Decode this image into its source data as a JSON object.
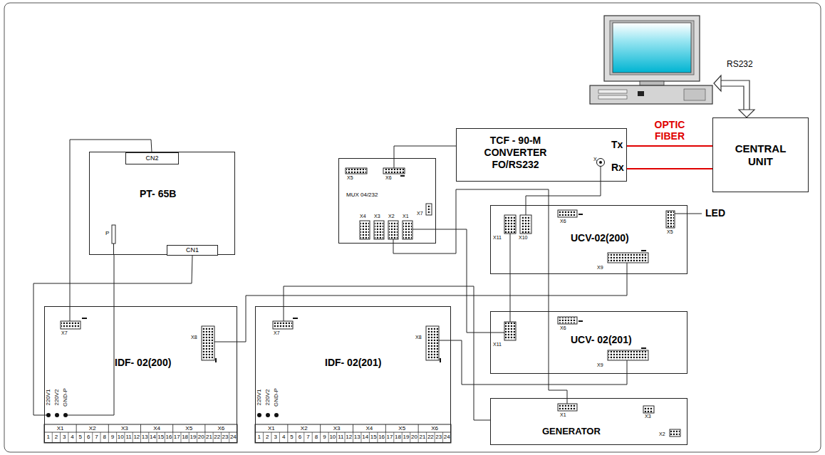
{
  "diagram": {
    "nodes": [
      {
        "text": [
          "PT- 65B"
        ]
      },
      {
        "text": [
          "CN2"
        ],
        "in": 0
      },
      {
        "text": [
          "CN1"
        ],
        "in": 0
      },
      {
        "text": [
          "MUX 04/232"
        ]
      },
      {
        "text": [
          "TCF - 90-M CONVERTER FO/RS232"
        ]
      },
      {
        "text": [
          "CENTRAL UNIT"
        ]
      },
      {
        "text": [
          "UCV-02(200)"
        ]
      },
      {
        "text": [
          "UCV- 02(201)"
        ]
      },
      {
        "text": [
          "IDF- 02(200)"
        ]
      },
      {
        "text": [
          "IDF- 02(201)"
        ]
      },
      {
        "text": [
          "GENERATOR"
        ]
      }
    ],
    "edges": [
      {
        "from": 3,
        "to": 4,
        "arrow": "none"
      },
      {
        "from": 4,
        "to": 5,
        "label": "OPTIC FIBER",
        "arrow": "none"
      },
      {
        "from": 4,
        "to": 5,
        "arrow": "none"
      },
      {
        "from": 4,
        "to": 6,
        "arrow": "none"
      },
      {
        "from": 1,
        "to": 8,
        "arrow": "none"
      },
      {
        "from": 2,
        "to": 8,
        "arrow": "none"
      },
      {
        "from": 0,
        "to": 8,
        "arrow": "none"
      },
      {
        "from": 8,
        "to": 6,
        "arrow": "none"
      },
      {
        "from": 3,
        "to": 7,
        "arrow": "none"
      },
      {
        "from": 6,
        "to": 7,
        "arrow": "none"
      },
      {
        "from": 3,
        "to": 10,
        "arrow": "none"
      },
      {
        "from": 9,
        "to": 10,
        "arrow": "none"
      },
      {
        "from": 9,
        "to": 7,
        "arrow": "none"
      }
    ],
    "labels": [
      "RS232",
      "Tx",
      "Rx",
      "X",
      "X5",
      "X6",
      "X7",
      "X4",
      "X3",
      "X2",
      "X1",
      "LED",
      "X11",
      "X10",
      "X6",
      "X5",
      "X9",
      "P",
      "X7",
      "X11",
      "X6",
      "X9",
      "X7",
      "X8",
      "X8",
      "220V1",
      "220V2",
      "GND-P",
      "220V1",
      "220V2",
      "GND-P",
      "X1",
      "X3",
      "X2",
      "X1",
      "X2",
      "X3",
      "X4",
      "X5",
      "X6",
      "1",
      "2",
      "3",
      "4",
      "5",
      "6",
      "7",
      "8",
      "9",
      "10",
      "11",
      "12",
      "13",
      "14",
      "15",
      "16",
      "17",
      "18",
      "19",
      "20",
      "21",
      "22",
      "23",
      "24",
      "X1",
      "X2",
      "X3",
      "X4",
      "X5",
      "X6",
      "1",
      "2",
      "3",
      "4",
      "5",
      "6",
      "7",
      "8",
      "9",
      "10",
      "11",
      "12",
      "13",
      "14",
      "15",
      "16",
      "17",
      "18",
      "19",
      "20",
      "21",
      "22",
      "23",
      "24"
    ]
  }
}
